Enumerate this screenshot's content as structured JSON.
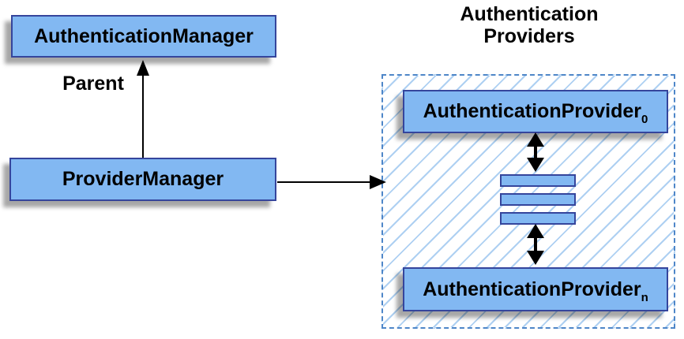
{
  "diagram": {
    "title": "Authentication Providers",
    "labels": {
      "parent": "Parent"
    },
    "nodes": {
      "authentication_manager": {
        "label": "AuthenticationManager"
      },
      "provider_manager": {
        "label": "ProviderManager"
      },
      "authentication_provider_first": {
        "label": "AuthenticationProvider",
        "subscript": "0"
      },
      "authentication_provider_last": {
        "label": "AuthenticationProvider",
        "subscript": "n"
      }
    },
    "providers_list": {
      "bar_count": 3
    },
    "colors": {
      "background": "#ffffff",
      "box_fill": "#82b8f2",
      "box_border": "#35459c",
      "dashed_border": "#4e86c8",
      "hatch_line": "#aed0f2",
      "arrow": "#000000",
      "text": "#000000"
    }
  }
}
